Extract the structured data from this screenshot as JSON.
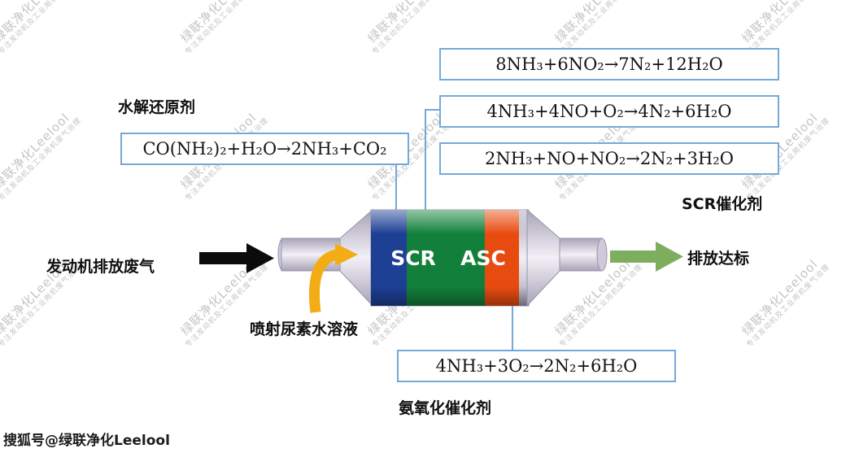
{
  "watermark": {
    "text": "绿联净化Leelool",
    "subtext": "专注发动机及工业用机废气治理"
  },
  "equations": {
    "top": [
      "8NH₃+6NO₂→7N₂+12H₂O",
      "4NH₃+4NO+O₂→4N₂+6H₂O",
      "2NH₃+NO+NO₂→2N₂+3H₂O"
    ],
    "hydrolysis": "CO(NH₂)₂+H₂O→2NH₃+CO₂",
    "oxidation": "4NH₃+3O₂→2N₂+6H₂O"
  },
  "labels": {
    "hydrolysis_agent": "水解还原剂",
    "scr_catalyst": "SCR催化剂",
    "engine_exhaust": "发动机排放废气",
    "urea_injection": "喷射尿素水溶液",
    "emission_ok": "排放达标",
    "ammonia_oxidation_catalyst": "氨氧化催化剂",
    "scr_band": "SCR",
    "asc_band": "ASC"
  },
  "footer": "搜狐号@绿联净化Leelool",
  "colors": {
    "box_border": "#74a9d8",
    "converter_blue": "#1d3f94",
    "converter_green": "#12803a",
    "converter_orange": "#e84b10",
    "pipe_gray": "#cfc9da",
    "arrow_black": "#0b0b0b",
    "arrow_yellow": "#f3ac14",
    "arrow_green": "#7dae5d",
    "watermark_gray": "#c6c5c5"
  }
}
